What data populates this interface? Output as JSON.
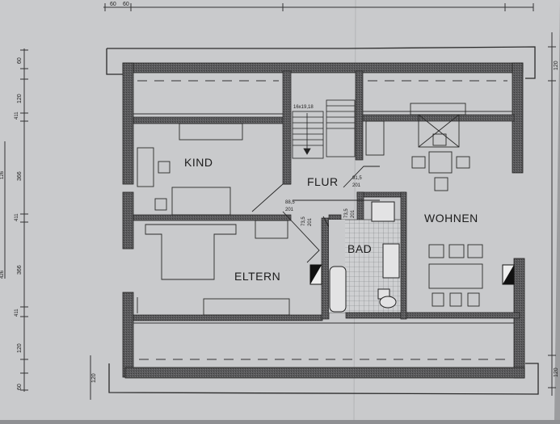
{
  "rooms": {
    "kind": "KIND",
    "flur": "FLUR",
    "eltern": "ELTERN",
    "bad": "BAD",
    "wohnen": "WOHNEN"
  },
  "dimensions": {
    "left": [
      "60",
      "120",
      "411",
      "366",
      "411",
      "366",
      "411",
      "120",
      "60"
    ],
    "left_outer": [
      "126",
      "426"
    ],
    "top": [
      "60",
      "60"
    ],
    "right": [
      "120",
      "120"
    ],
    "bottom_left": "120",
    "stair": "16x19,18",
    "flur_door": [
      "91,5",
      "201"
    ],
    "kind_door": [
      "88,5",
      "201"
    ],
    "eltern_door": [
      "73,5",
      "201"
    ],
    "bad_door": [
      "73,5",
      "201"
    ]
  }
}
